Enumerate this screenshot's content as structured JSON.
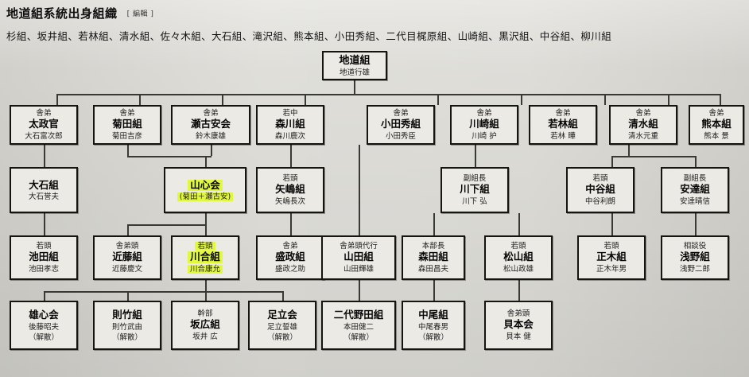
{
  "header": {
    "title": "地道組系統出身組織",
    "edit": "[ 編輯 ]",
    "list": "杉組、坂井組、若林組、清水組、佐々木組、大石組、滝沢組、熊本組、小田秀組、二代目梶原組、山崎組、黒沢組、中谷組、柳川組"
  },
  "colors": {
    "highlight": "#e2f73f",
    "node_fill": "#eceae4",
    "node_border": "#15150f",
    "page_bg": "#dad9d3"
  },
  "nodes": {
    "root": {
      "role": "",
      "name": "地道組",
      "person": "地道行雄",
      "note": ""
    },
    "r1c1": {
      "role": "舎弟",
      "name": "太政官",
      "person": "大石富次郎",
      "note": ""
    },
    "r1c2": {
      "role": "舎弟",
      "name": "菊田組",
      "person": "菊田吉彦",
      "note": ""
    },
    "r1c3": {
      "role": "舎弟",
      "name": "瀬古安会",
      "person": "鈴木康雄",
      "note": ""
    },
    "r1c4": {
      "role": "若中",
      "name": "森川組",
      "person": "森川鹿次",
      "note": ""
    },
    "r1c5": {
      "role": "舎弟",
      "name": "小田秀組",
      "person": "小田秀臣",
      "note": ""
    },
    "r1c6": {
      "role": "舎弟",
      "name": "川崎組",
      "person": "川崎 护",
      "note": ""
    },
    "r1c7": {
      "role": "舎弟",
      "name": "若林組",
      "person": "若林 曄",
      "note": ""
    },
    "r1c8": {
      "role": "舎弟",
      "name": "清水組",
      "person": "清水元重",
      "note": ""
    },
    "r1c9": {
      "role": "舎弟",
      "name": "熊本組",
      "person": "熊本 景",
      "note": ""
    },
    "r2c1": {
      "role": "",
      "name": "大石組",
      "person": "大石誉夫",
      "note": ""
    },
    "r2c3": {
      "role": "",
      "name": "山心会",
      "person": "(菊田＋瀬古安)",
      "note": ""
    },
    "r2c4": {
      "role": "若頭",
      "name": "矢嶋組",
      "person": "矢嶋長次",
      "note": ""
    },
    "r2c6": {
      "role": "副組長",
      "name": "川下組",
      "person": "川下 弘",
      "note": ""
    },
    "r2c7": {
      "role": "若頭",
      "name": "中谷組",
      "person": "中谷利朗",
      "note": ""
    },
    "r2c8": {
      "role": "副組長",
      "name": "安達組",
      "person": "安達晴信",
      "note": ""
    },
    "r3c1": {
      "role": "若頭",
      "name": "池田組",
      "person": "池田孝志",
      "note": ""
    },
    "r3c2": {
      "role": "舎弟頭",
      "name": "近藤組",
      "person": "近藤慶文",
      "note": ""
    },
    "r3c3": {
      "role": "若頭",
      "name": "川合組",
      "person": "川合康允",
      "note": ""
    },
    "r3c4": {
      "role": "舎弟",
      "name": "盛政組",
      "person": "盛政之助",
      "note": ""
    },
    "r3c5": {
      "role": "舎弟頭代行",
      "name": "山田組",
      "person": "山田輝雄",
      "note": ""
    },
    "r3c6": {
      "role": "本部長",
      "name": "森田組",
      "person": "森田昌夫",
      "note": ""
    },
    "r3c7": {
      "role": "若頭",
      "name": "松山組",
      "person": "松山政雄",
      "note": ""
    },
    "r3c8": {
      "role": "若頭",
      "name": "正木組",
      "person": "正木年男",
      "note": ""
    },
    "r3c9": {
      "role": "相談役",
      "name": "浅野組",
      "person": "浅野二郎",
      "note": ""
    },
    "r4c1": {
      "role": "",
      "name": "雄心会",
      "person": "後藤昭夫",
      "note": "（解散）"
    },
    "r4c2": {
      "role": "",
      "name": "則竹組",
      "person": "則竹武由",
      "note": "（解散）"
    },
    "r4c3": {
      "role": "幹部",
      "name": "坂広組",
      "person": "坂井 広",
      "note": ""
    },
    "r4c4": {
      "role": "",
      "name": "足立会",
      "person": "足立誓雄",
      "note": "（解散）"
    },
    "r4c5": {
      "role": "",
      "name": "二代野田組",
      "person": "本田健二",
      "note": "（解散）"
    },
    "r4c6": {
      "role": "",
      "name": "中尾組",
      "person": "中尾春男",
      "note": "（解散）"
    },
    "r4c7": {
      "role": "舎弟頭",
      "name": "貝本会",
      "person": "貝本 健",
      "note": ""
    }
  }
}
